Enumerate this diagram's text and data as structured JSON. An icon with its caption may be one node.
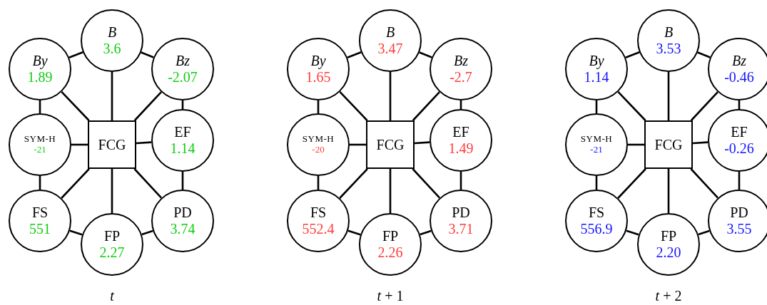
{
  "diagram": {
    "nodes": [
      {
        "text": [
          "*B*",
          "3.6"
        ]
      },
      {
        "text": [
          "*By*",
          "1.89"
        ]
      },
      {
        "text": [
          "*Bz*",
          "-2.07"
        ]
      },
      {
        "text": [
          "SYM-H",
          "-21"
        ]
      },
      {
        "text": [
          "FCG"
        ]
      },
      {
        "text": [
          "EF",
          "1.14"
        ]
      },
      {
        "text": [
          "FS",
          "551"
        ]
      },
      {
        "text": [
          "PD",
          "3.74"
        ]
      },
      {
        "text": [
          "FP",
          "2.27"
        ]
      },
      {
        "text": [
          "*B*",
          "3.47"
        ]
      },
      {
        "text": [
          "*By*",
          "1.65"
        ]
      },
      {
        "text": [
          "*Bz*",
          "-2.7"
        ]
      },
      {
        "text": [
          "SYM-H",
          "-20"
        ]
      },
      {
        "text": [
          "FCG"
        ]
      },
      {
        "text": [
          "EF",
          "1.49"
        ]
      },
      {
        "text": [
          "FS",
          "552.4"
        ]
      },
      {
        "text": [
          "PD",
          "3.71"
        ]
      },
      {
        "text": [
          "FP",
          "2.26"
        ]
      },
      {
        "text": [
          "*B*",
          "3.53"
        ]
      },
      {
        "text": [
          "*By*",
          "1.14"
        ]
      },
      {
        "text": [
          "*Bz*",
          "-0.46"
        ]
      },
      {
        "text": [
          "SYM-H",
          "-21"
        ]
      },
      {
        "text": [
          "FCG"
        ]
      },
      {
        "text": [
          "EF",
          "-0.26"
        ]
      },
      {
        "text": [
          "FS",
          "556.9"
        ]
      },
      {
        "text": [
          "PD",
          "3.55"
        ]
      },
      {
        "text": [
          "FP",
          "2.20"
        ]
      }
    ],
    "edges": [
      {
        "from": 0,
        "to": 4,
        "arrow": "none"
      },
      {
        "from": 1,
        "to": 4,
        "arrow": "none"
      },
      {
        "from": 2,
        "to": 4,
        "arrow": "none"
      },
      {
        "from": 3,
        "to": 4,
        "arrow": "none"
      },
      {
        "from": 5,
        "to": 4,
        "arrow": "none"
      },
      {
        "from": 6,
        "to": 4,
        "arrow": "none"
      },
      {
        "from": 7,
        "to": 4,
        "arrow": "none"
      },
      {
        "from": 8,
        "to": 4,
        "arrow": "none"
      },
      {
        "from": 0,
        "to": 1,
        "arrow": "none"
      },
      {
        "from": 0,
        "to": 2,
        "arrow": "none"
      },
      {
        "from": 1,
        "to": 3,
        "arrow": "none"
      },
      {
        "from": 2,
        "to": 5,
        "arrow": "none"
      },
      {
        "from": 3,
        "to": 6,
        "arrow": "none"
      },
      {
        "from": 5,
        "to": 7,
        "arrow": "none"
      },
      {
        "from": 6,
        "to": 8,
        "arrow": "none"
      },
      {
        "from": 8,
        "to": 7,
        "arrow": "none"
      },
      {
        "from": 9,
        "to": 13,
        "arrow": "none"
      },
      {
        "from": 10,
        "to": 13,
        "arrow": "none"
      },
      {
        "from": 11,
        "to": 13,
        "arrow": "none"
      },
      {
        "from": 12,
        "to": 13,
        "arrow": "none"
      },
      {
        "from": 14,
        "to": 13,
        "arrow": "none"
      },
      {
        "from": 15,
        "to": 13,
        "arrow": "none"
      },
      {
        "from": 16,
        "to": 13,
        "arrow": "none"
      },
      {
        "from": 17,
        "to": 13,
        "arrow": "none"
      },
      {
        "from": 9,
        "to": 10,
        "arrow": "none"
      },
      {
        "from": 9,
        "to": 11,
        "arrow": "none"
      },
      {
        "from": 10,
        "to": 12,
        "arrow": "none"
      },
      {
        "from": 11,
        "to": 14,
        "arrow": "none"
      },
      {
        "from": 12,
        "to": 15,
        "arrow": "none"
      },
      {
        "from": 14,
        "to": 16,
        "arrow": "none"
      },
      {
        "from": 15,
        "to": 17,
        "arrow": "none"
      },
      {
        "from": 17,
        "to": 16,
        "arrow": "none"
      },
      {
        "from": 18,
        "to": 22,
        "arrow": "none"
      },
      {
        "from": 19,
        "to": 22,
        "arrow": "none"
      },
      {
        "from": 20,
        "to": 22,
        "arrow": "none"
      },
      {
        "from": 21,
        "to": 22,
        "arrow": "none"
      },
      {
        "from": 23,
        "to": 22,
        "arrow": "none"
      },
      {
        "from": 24,
        "to": 22,
        "arrow": "none"
      },
      {
        "from": 25,
        "to": 22,
        "arrow": "none"
      },
      {
        "from": 26,
        "to": 22,
        "arrow": "none"
      },
      {
        "from": 18,
        "to": 19,
        "arrow": "none"
      },
      {
        "from": 18,
        "to": 20,
        "arrow": "none"
      },
      {
        "from": 19,
        "to": 21,
        "arrow": "none"
      },
      {
        "from": 20,
        "to": 23,
        "arrow": "none"
      },
      {
        "from": 21,
        "to": 24,
        "arrow": "none"
      },
      {
        "from": 23,
        "to": 25,
        "arrow": "none"
      },
      {
        "from": 24,
        "to": 26,
        "arrow": "none"
      },
      {
        "from": 26,
        "to": 25,
        "arrow": "none"
      }
    ],
    "labels": [
      "*t*",
      "*t* + 1",
      "*t* + 2"
    ]
  }
}
